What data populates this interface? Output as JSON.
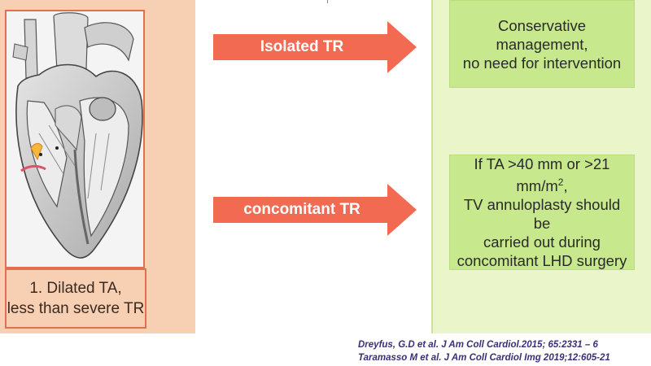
{
  "left_panel": {
    "caption_line1": "1. Dilated TA,",
    "caption_line2": "less than severe TR"
  },
  "arrows": [
    {
      "label": "Isolated TR"
    },
    {
      "label": "concomitant TR"
    }
  ],
  "outcomes": {
    "top_line1": "Conservative management,",
    "top_line2": "no need for intervention",
    "bottom_line1_pre": "If TA >40 mm or >21 mm/m",
    "bottom_line1_sup": "2",
    "bottom_line1_post": ",",
    "bottom_line2": "TV annuloplasty should be",
    "bottom_line3": "carried out during",
    "bottom_line4": "concomitant LHD surgery"
  },
  "references": {
    "ref1": "Dreyfus, G.D et al. J Am Coll  Cardiol.2015; 65:2331 – 6",
    "ref2": "Taramasso M et al. J Am Coll Cardiol Img 2019;12:605-21"
  },
  "colors": {
    "arrow": "#f26a52",
    "left_panel": "#f7cfb2",
    "right_panel": "#eaf6c9",
    "outcome_box": "#c7e88c",
    "reference_text": "#3a2f7a"
  }
}
